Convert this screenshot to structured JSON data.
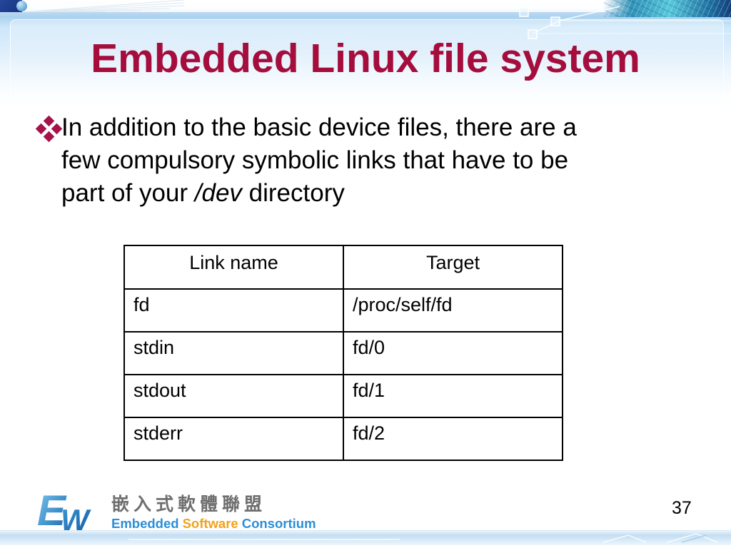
{
  "slide": {
    "title": "Embedded Linux file system",
    "page_number": "37"
  },
  "bullet": {
    "lines": [
      "In addition to the basic device files, there are a",
      "few compulsory symbolic links that have to be"
    ],
    "line3_before": "part of your ",
    "line3_italic": "/dev",
    "line3_after": " directory"
  },
  "table": {
    "headers": [
      "Link name",
      "Target"
    ],
    "rows": [
      [
        "fd",
        "/proc/self/fd"
      ],
      [
        "stdin",
        "fd/0"
      ],
      [
        "stdout",
        "fd/1"
      ],
      [
        "stderr",
        "fd/2"
      ]
    ]
  },
  "footer": {
    "logo_mark_e": "E",
    "logo_mark_w": "W",
    "logo_chinese": "嵌入式軟體聯盟",
    "logo_english_parts": [
      "Embedded",
      "Software",
      "Consortium"
    ]
  },
  "colors": {
    "title": "#a50d3d",
    "bullet_marker": "#a6124a",
    "logo_blue": "#2b8ed8",
    "logo_orange": "#f0a21c",
    "header_blue": "#cde7fa",
    "teal_accent": "#56c8dc"
  }
}
